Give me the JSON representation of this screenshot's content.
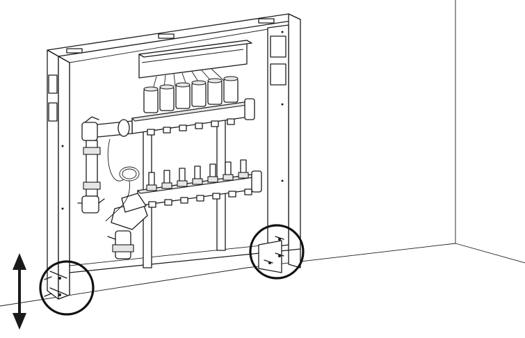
{
  "diagram": {
    "labels": [],
    "components": [
      "wall",
      "floor",
      "manifold-cabinet-frame",
      "actuator-terminal-box",
      "upper-supply-manifold",
      "lower-return-manifold",
      "thermostatic-actuators",
      "flow-meters",
      "mixing-pump-group",
      "capillary-sensor",
      "cabinet-feet",
      "height-adjustment-arrow"
    ],
    "callouts": [
      {
        "id": "left-foot",
        "shape": "circle"
      },
      {
        "id": "right-foot",
        "shape": "circle"
      }
    ],
    "arrow": {
      "direction": "vertical-double"
    },
    "colors": {
      "line": "#1a1a1a",
      "fill": "#ffffff",
      "shade": "#e6e6e6"
    }
  }
}
